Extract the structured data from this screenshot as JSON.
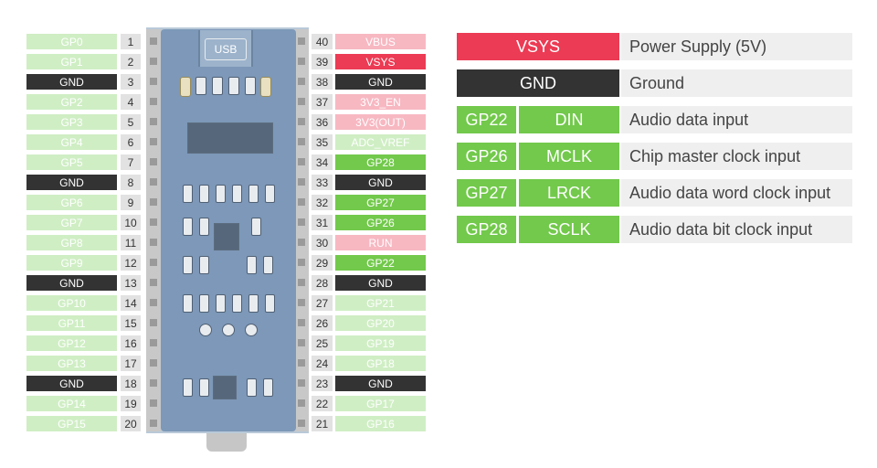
{
  "left_pins": [
    {
      "num": "1",
      "label": "GP0",
      "type": "light"
    },
    {
      "num": "2",
      "label": "GP1",
      "type": "light"
    },
    {
      "num": "3",
      "label": "GND",
      "type": "gnd"
    },
    {
      "num": "4",
      "label": "GP2",
      "type": "light"
    },
    {
      "num": "5",
      "label": "GP3",
      "type": "light"
    },
    {
      "num": "6",
      "label": "GP4",
      "type": "light"
    },
    {
      "num": "7",
      "label": "GP5",
      "type": "light"
    },
    {
      "num": "8",
      "label": "GND",
      "type": "gnd"
    },
    {
      "num": "9",
      "label": "GP6",
      "type": "light"
    },
    {
      "num": "10",
      "label": "GP7",
      "type": "light"
    },
    {
      "num": "11",
      "label": "GP8",
      "type": "light"
    },
    {
      "num": "12",
      "label": "GP9",
      "type": "light"
    },
    {
      "num": "13",
      "label": "GND",
      "type": "gnd"
    },
    {
      "num": "14",
      "label": "GP10",
      "type": "light"
    },
    {
      "num": "15",
      "label": "GP11",
      "type": "light"
    },
    {
      "num": "16",
      "label": "GP12",
      "type": "light"
    },
    {
      "num": "17",
      "label": "GP13",
      "type": "light"
    },
    {
      "num": "18",
      "label": "GND",
      "type": "gnd"
    },
    {
      "num": "19",
      "label": "GP14",
      "type": "light"
    },
    {
      "num": "20",
      "label": "GP15",
      "type": "light"
    }
  ],
  "right_pins": [
    {
      "num": "40",
      "label": "VBUS",
      "type": "pink"
    },
    {
      "num": "39",
      "label": "VSYS",
      "type": "red"
    },
    {
      "num": "38",
      "label": "GND",
      "type": "gnd"
    },
    {
      "num": "37",
      "label": "3V3_EN",
      "type": "pink"
    },
    {
      "num": "36",
      "label": "3V3(OUT)",
      "type": "pink"
    },
    {
      "num": "35",
      "label": "ADC_VREF",
      "type": "light"
    },
    {
      "num": "34",
      "label": "GP28",
      "type": "green"
    },
    {
      "num": "33",
      "label": "GND",
      "type": "gnd"
    },
    {
      "num": "32",
      "label": "GP27",
      "type": "green"
    },
    {
      "num": "31",
      "label": "GP26",
      "type": "green"
    },
    {
      "num": "30",
      "label": "RUN",
      "type": "pink"
    },
    {
      "num": "29",
      "label": "GP22",
      "type": "green"
    },
    {
      "num": "28",
      "label": "GND",
      "type": "gnd"
    },
    {
      "num": "27",
      "label": "GP21",
      "type": "light"
    },
    {
      "num": "26",
      "label": "GP20",
      "type": "light"
    },
    {
      "num": "25",
      "label": "GP19",
      "type": "light"
    },
    {
      "num": "24",
      "label": "GP18",
      "type": "light"
    },
    {
      "num": "23",
      "label": "GND",
      "type": "gnd"
    },
    {
      "num": "22",
      "label": "GP17",
      "type": "light"
    },
    {
      "num": "21",
      "label": "GP16",
      "type": "light"
    }
  ],
  "board": {
    "usb_label": "USB"
  },
  "legend": [
    {
      "name": "VSYS",
      "pin": "",
      "desc": "Power Supply (5V)",
      "color": "#ec3b54"
    },
    {
      "name": "GND",
      "pin": "",
      "desc": "Ground",
      "color": "#333333"
    },
    {
      "name": "DIN",
      "pin": "GP22",
      "desc": "Audio data input",
      "color": "#72c94b"
    },
    {
      "name": "MCLK",
      "pin": "GP26",
      "desc": "Chip master clock input",
      "color": "#72c94b"
    },
    {
      "name": "LRCK",
      "pin": "GP27",
      "desc": "Audio data word clock input",
      "color": "#72c94b"
    },
    {
      "name": "SCLK",
      "pin": "GP28",
      "desc": "Audio data bit clock input",
      "color": "#72c94b"
    }
  ],
  "colors": {
    "light": "#cfeec4",
    "gnd": "#333333",
    "green": "#72c94b",
    "pink": "#f7b8c2",
    "red": "#ec3b54"
  }
}
